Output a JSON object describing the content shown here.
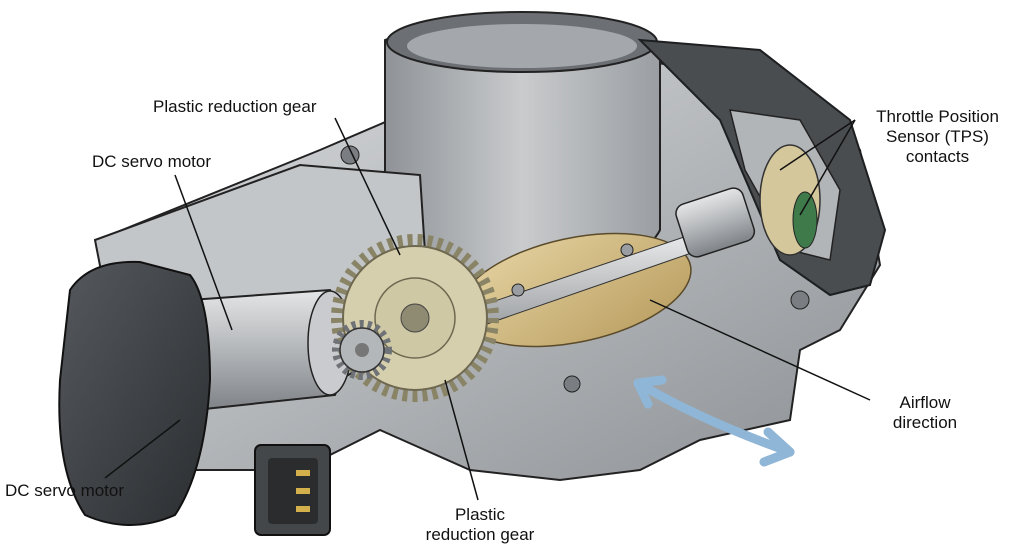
{
  "labels": {
    "reduction_gear_top": "Plastic reduction gear",
    "servo_motor_top": "DC servo motor",
    "servo_motor_bottom": "DC servo motor",
    "reduction_gear_bottom": [
      "Plastic",
      "reduction gear"
    ],
    "tps_contacts": [
      "Throttle Position",
      "Sensor (TPS)",
      "contacts"
    ],
    "airflow": [
      "Airflow",
      "direction"
    ]
  },
  "colors": {
    "body_metal": "#b9bcbf",
    "motor_cap": "#3a3d40",
    "gear": "#d6cfae",
    "throttle_plate": "#c9b27d",
    "airflow_arrow": "#8fb6d6",
    "leader_line": "#111111"
  }
}
